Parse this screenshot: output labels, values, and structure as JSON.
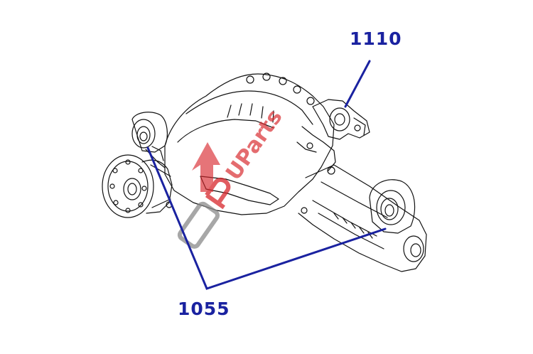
{
  "diagram": {
    "subject": "rear differential assembly",
    "callouts": [
      {
        "id": "c1110",
        "label": "1110"
      },
      {
        "id": "c1055",
        "label": "1055"
      }
    ],
    "watermark_text": "UParts",
    "colors": {
      "callout": "#1a22a0",
      "line_art": "#111111",
      "watermark": "#d8262b",
      "watermark_grey": "#8a8a8a"
    }
  }
}
